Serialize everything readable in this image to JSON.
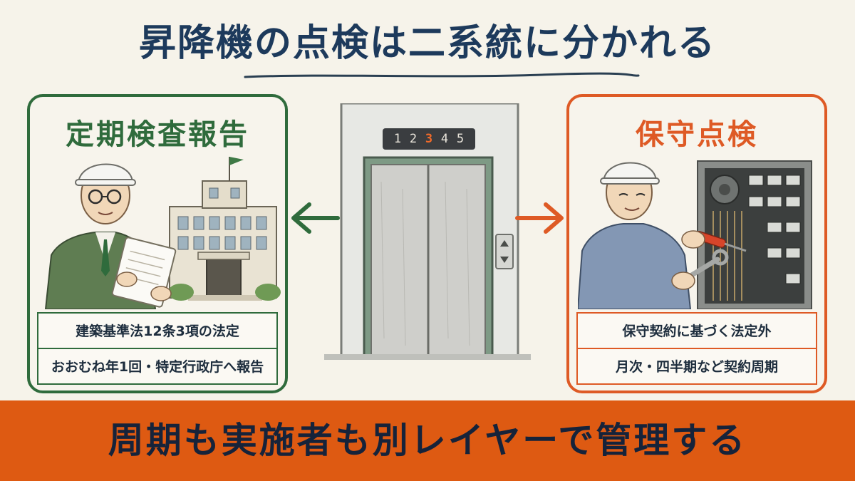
{
  "title": "昇降機の点検は二系統に分かれる",
  "left_panel": {
    "title": "定期検査報告",
    "lines": [
      "建築基準法12条3項の法定",
      "おおむね年1回・特定行政庁へ報告"
    ]
  },
  "right_panel": {
    "title": "保守点検",
    "lines": [
      "保守契約に基づく法定外",
      "月次・四半期など契約周期"
    ]
  },
  "elevator": {
    "floors": [
      "1",
      "2",
      "3",
      "4",
      "5"
    ],
    "active_floor": "3"
  },
  "footer": "周期も実施者も別レイヤーで管理する",
  "colors": {
    "green": "#2f6b3c",
    "orange": "#de5a25",
    "navy": "#1d3a5c",
    "band": "#de5a12"
  }
}
